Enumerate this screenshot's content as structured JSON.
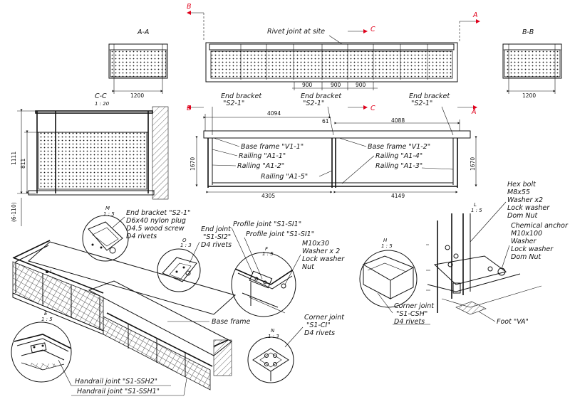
{
  "sections": {
    "aa": "A-A",
    "bb": "B-B",
    "cc": "C-C",
    "cc_scale": "1 : 20"
  },
  "section_markers": {
    "a": "A",
    "b": "B",
    "c": "C"
  },
  "plan_top": {
    "title": "Rivet joint at site",
    "dims": [
      "900",
      "900",
      "900"
    ]
  },
  "aa_dim": "1200",
  "bb_dim": "1200",
  "cc_dims": {
    "height_total": "1111",
    "height_inner": "811",
    "bottom": "(6-110)"
  },
  "plan": {
    "end_brackets": [
      "End bracket",
      "End bracket",
      "End bracket"
    ],
    "end_bracket_codes": [
      "\"S2-1\"",
      "\"S2-1\"",
      "\"S2-1\""
    ],
    "top_dims": [
      "4094",
      "4088"
    ],
    "gap_dim": "61",
    "side_dims": [
      "1670",
      "1670"
    ],
    "bottom_dims": [
      "4305",
      "4149"
    ],
    "labels_left": [
      "Base frame \"V1-1\"",
      "Railing \"A1-1\"",
      "Railing \"A1-2\"",
      "Railing \"A1-5\""
    ],
    "labels_right": [
      "Base frame \"V1-2\"",
      "Railing \"A1-4\"",
      "Railing \"A1-3\""
    ]
  },
  "details": {
    "m": {
      "letter": "M",
      "scale": "1 : 5"
    },
    "o": {
      "letter": "O",
      "scale": "1 : 3"
    },
    "f": {
      "letter": "F",
      "scale": "1 : 5"
    },
    "h": {
      "letter": "H",
      "scale": "1 : 5"
    },
    "l": {
      "letter": "L",
      "scale": "1 : 5"
    },
    "e": {
      "letter": "E",
      "scale": "1 : 5"
    },
    "n": {
      "letter": "N",
      "scale": "1 : 3"
    },
    "l_mark": "L"
  },
  "callouts": {
    "end_bracket": [
      "End bracket \"S2-1\"",
      "D6x40 nylon plug",
      "D4.5 wood screw",
      "D4 rivets"
    ],
    "end_joint": [
      "End joint",
      "\"S1-SI2\"",
      "D4 rivets"
    ],
    "profile_joint_1": "Profile joint \"S1-SI1\"",
    "profile_joint_2": "Profile joint \"S1-SI1\"",
    "bolt_m10": [
      "M10x30",
      "Washer x 2",
      "Lock washer",
      "Nut"
    ],
    "hex_bolt": [
      "Hex bolt",
      "M8x55",
      "Washer x2",
      "Lock washer",
      "Dom Nut"
    ],
    "chem_anchor": [
      "Chemical anchor",
      "M10x100",
      "Washer",
      "Lock washer",
      "Dom Nut"
    ],
    "corner_joint_csh": [
      "Corner joint",
      "\"S1-CSH\"",
      "D4 rivets"
    ],
    "corner_joint_ci": [
      "Corner joint",
      "\"S1-CI\"",
      "D4 rivets"
    ],
    "base_frame": "Base frame",
    "foot": "Foot \"VA\"",
    "handrail_2": "Handrail joint \"S1-SSH2\"",
    "handrail_1": "Handrail joint \"S1-SSH1\""
  },
  "colors": {
    "ink": "#111111",
    "marker": "#e0001b"
  }
}
